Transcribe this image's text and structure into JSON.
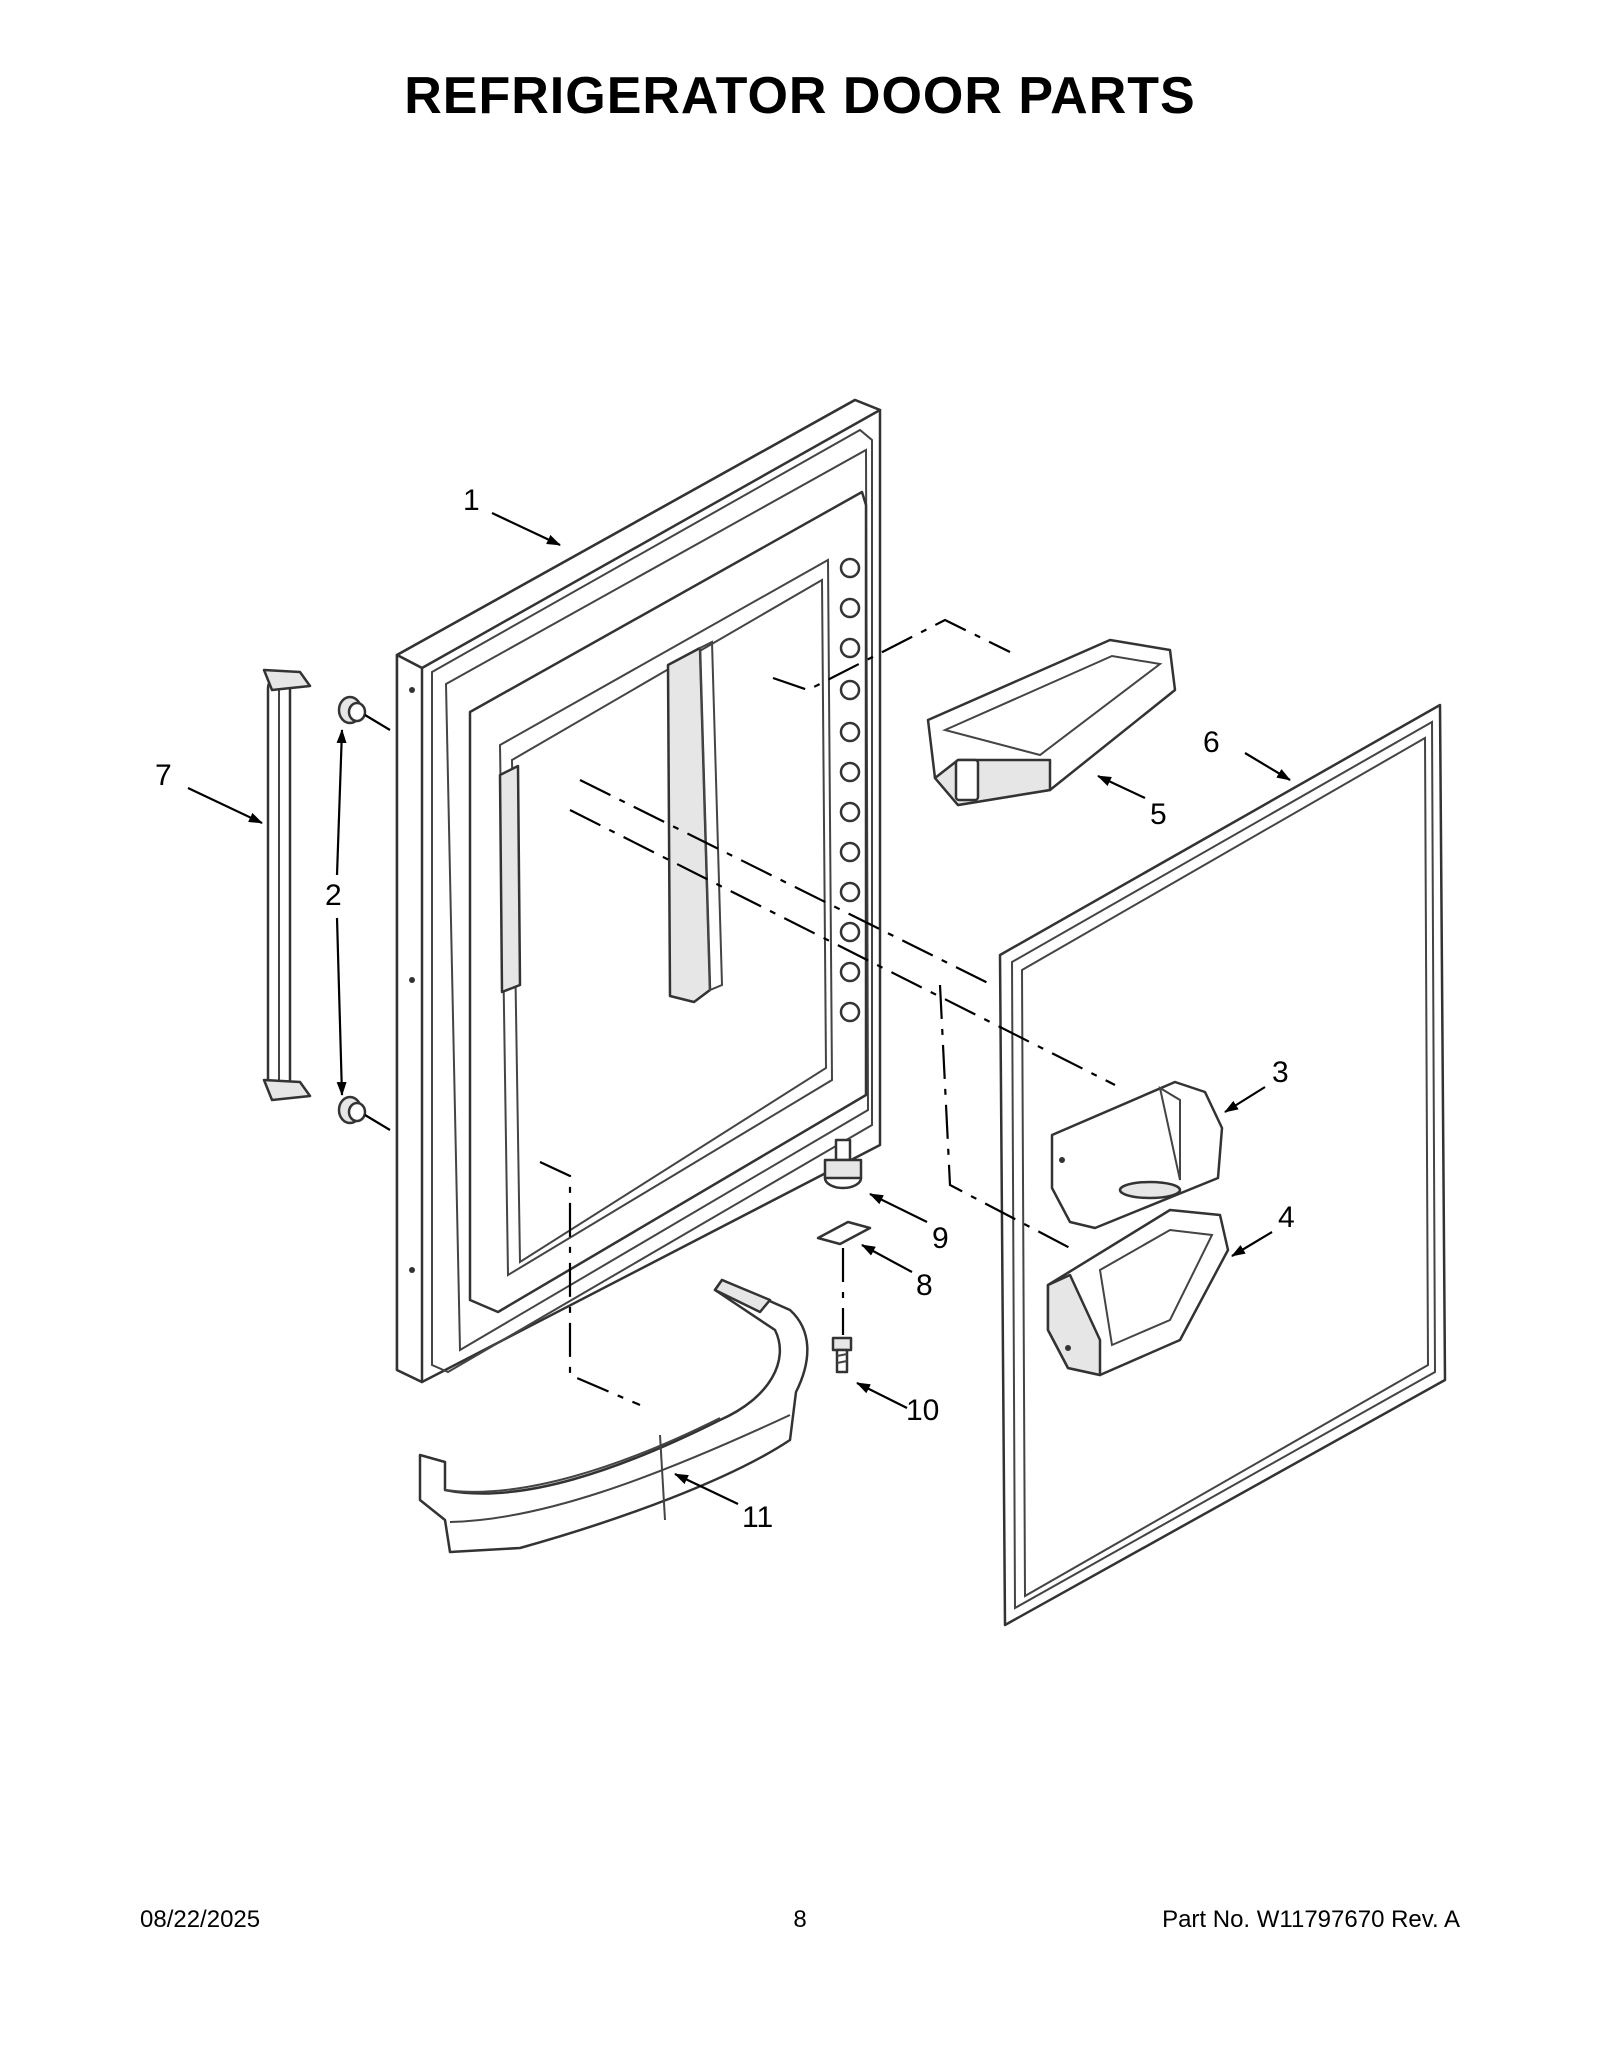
{
  "title": "REFRIGERATOR DOOR PARTS",
  "callouts": {
    "c1": "1",
    "c2": "2",
    "c3": "3",
    "c4": "4",
    "c5": "5",
    "c6": "6",
    "c7": "7",
    "c8": "8",
    "c9": "9",
    "c10": "10",
    "c11": "11"
  },
  "footer": {
    "date": "08/22/2025",
    "page": "8",
    "part": "Part No.  W11797670  Rev.  A"
  }
}
